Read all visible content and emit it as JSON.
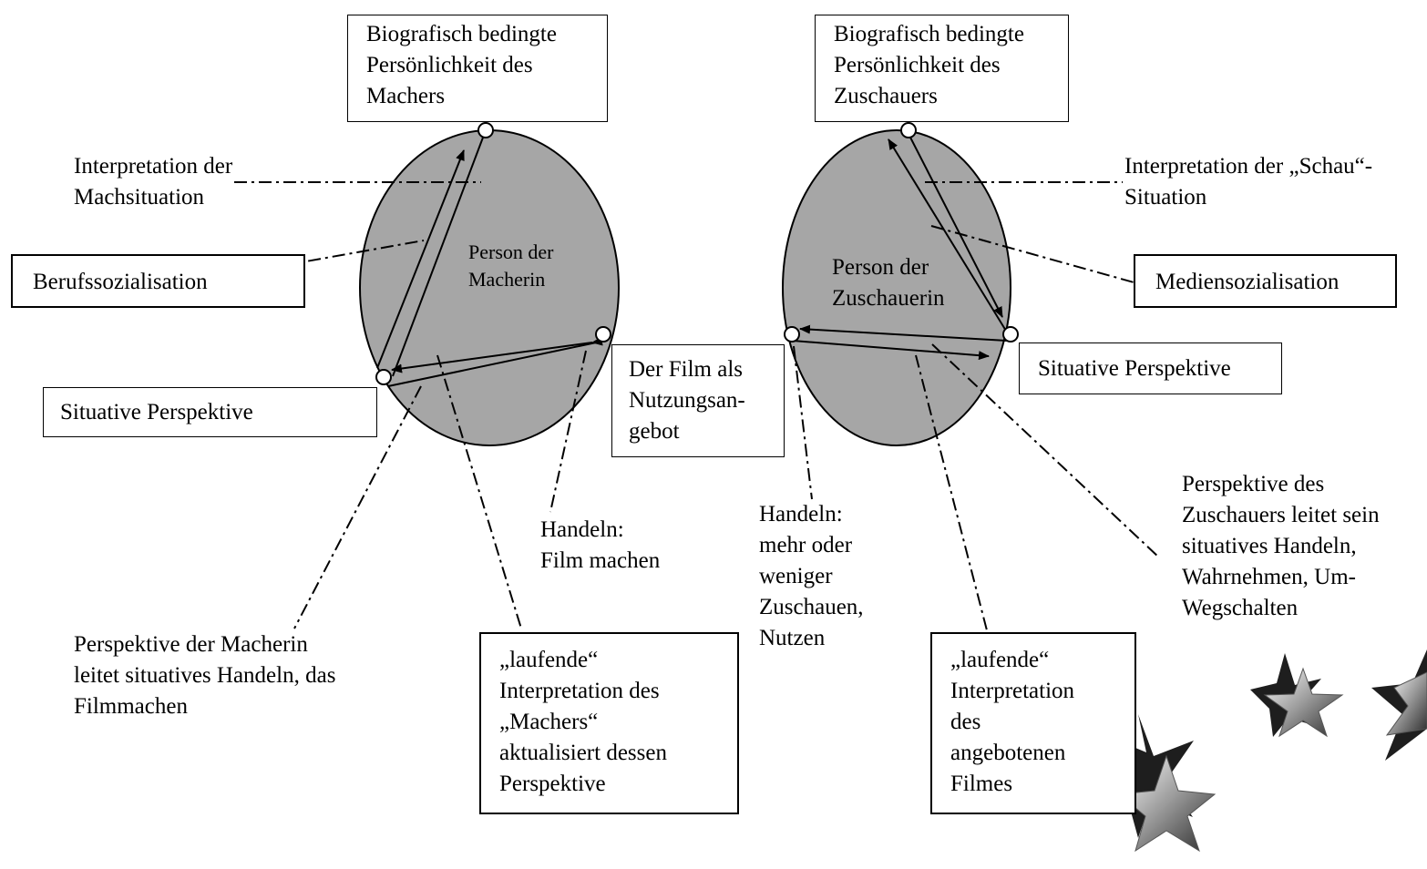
{
  "maker": {
    "bio_box": [
      "Biografisch bedingte",
      "Persönlichkeit des",
      "Machers"
    ],
    "ellipse_label": [
      "Person der",
      "Macherin"
    ],
    "interpretation_label": [
      "Interpretation der",
      "Machsituation"
    ],
    "socialisation_box": "Berufssozialisation",
    "situative_box": "Situative Perspektive",
    "action_label": [
      "Handeln:",
      "Film machen"
    ],
    "perspective_label": [
      "Perspektive der Macherin",
      "leitet situatives Handeln, das",
      "Filmmachen"
    ],
    "running_box": [
      "„laufende“",
      "Interpretation des",
      "„Machers“",
      "aktualisiert  dessen",
      "Perspektive"
    ]
  },
  "film_box": [
    "Der Film als",
    "Nutzungsan-",
    "gebot"
  ],
  "viewer": {
    "bio_box": [
      "Biografisch bedingte",
      "Persönlichkeit des",
      "Zuschauers"
    ],
    "ellipse_label": [
      "Person der",
      "Zuschauerin"
    ],
    "interpretation_label": [
      "Interpretation der „Schau“-",
      "Situation"
    ],
    "socialisation_box": "Mediensozialisation",
    "situative_box": "Situative Perspektive",
    "action_label": [
      "Handeln:",
      "mehr oder",
      "weniger",
      "Zuschauen,",
      "Nutzen"
    ],
    "perspective_label": [
      "Perspektive des",
      "Zuschauers leitet sein",
      "situatives Handeln,",
      "Wahrnehmen, Um-",
      "Wegschalten"
    ],
    "running_box": [
      "„laufende“",
      "Interpretation",
      "des",
      "angebotenen",
      "Filmes"
    ]
  },
  "colors": {
    "ellipse_fill": "#a6a6a6",
    "line": "#000000",
    "background": "#ffffff"
  },
  "decorations": [
    "star-icon",
    "star-icon",
    "star-icon"
  ]
}
